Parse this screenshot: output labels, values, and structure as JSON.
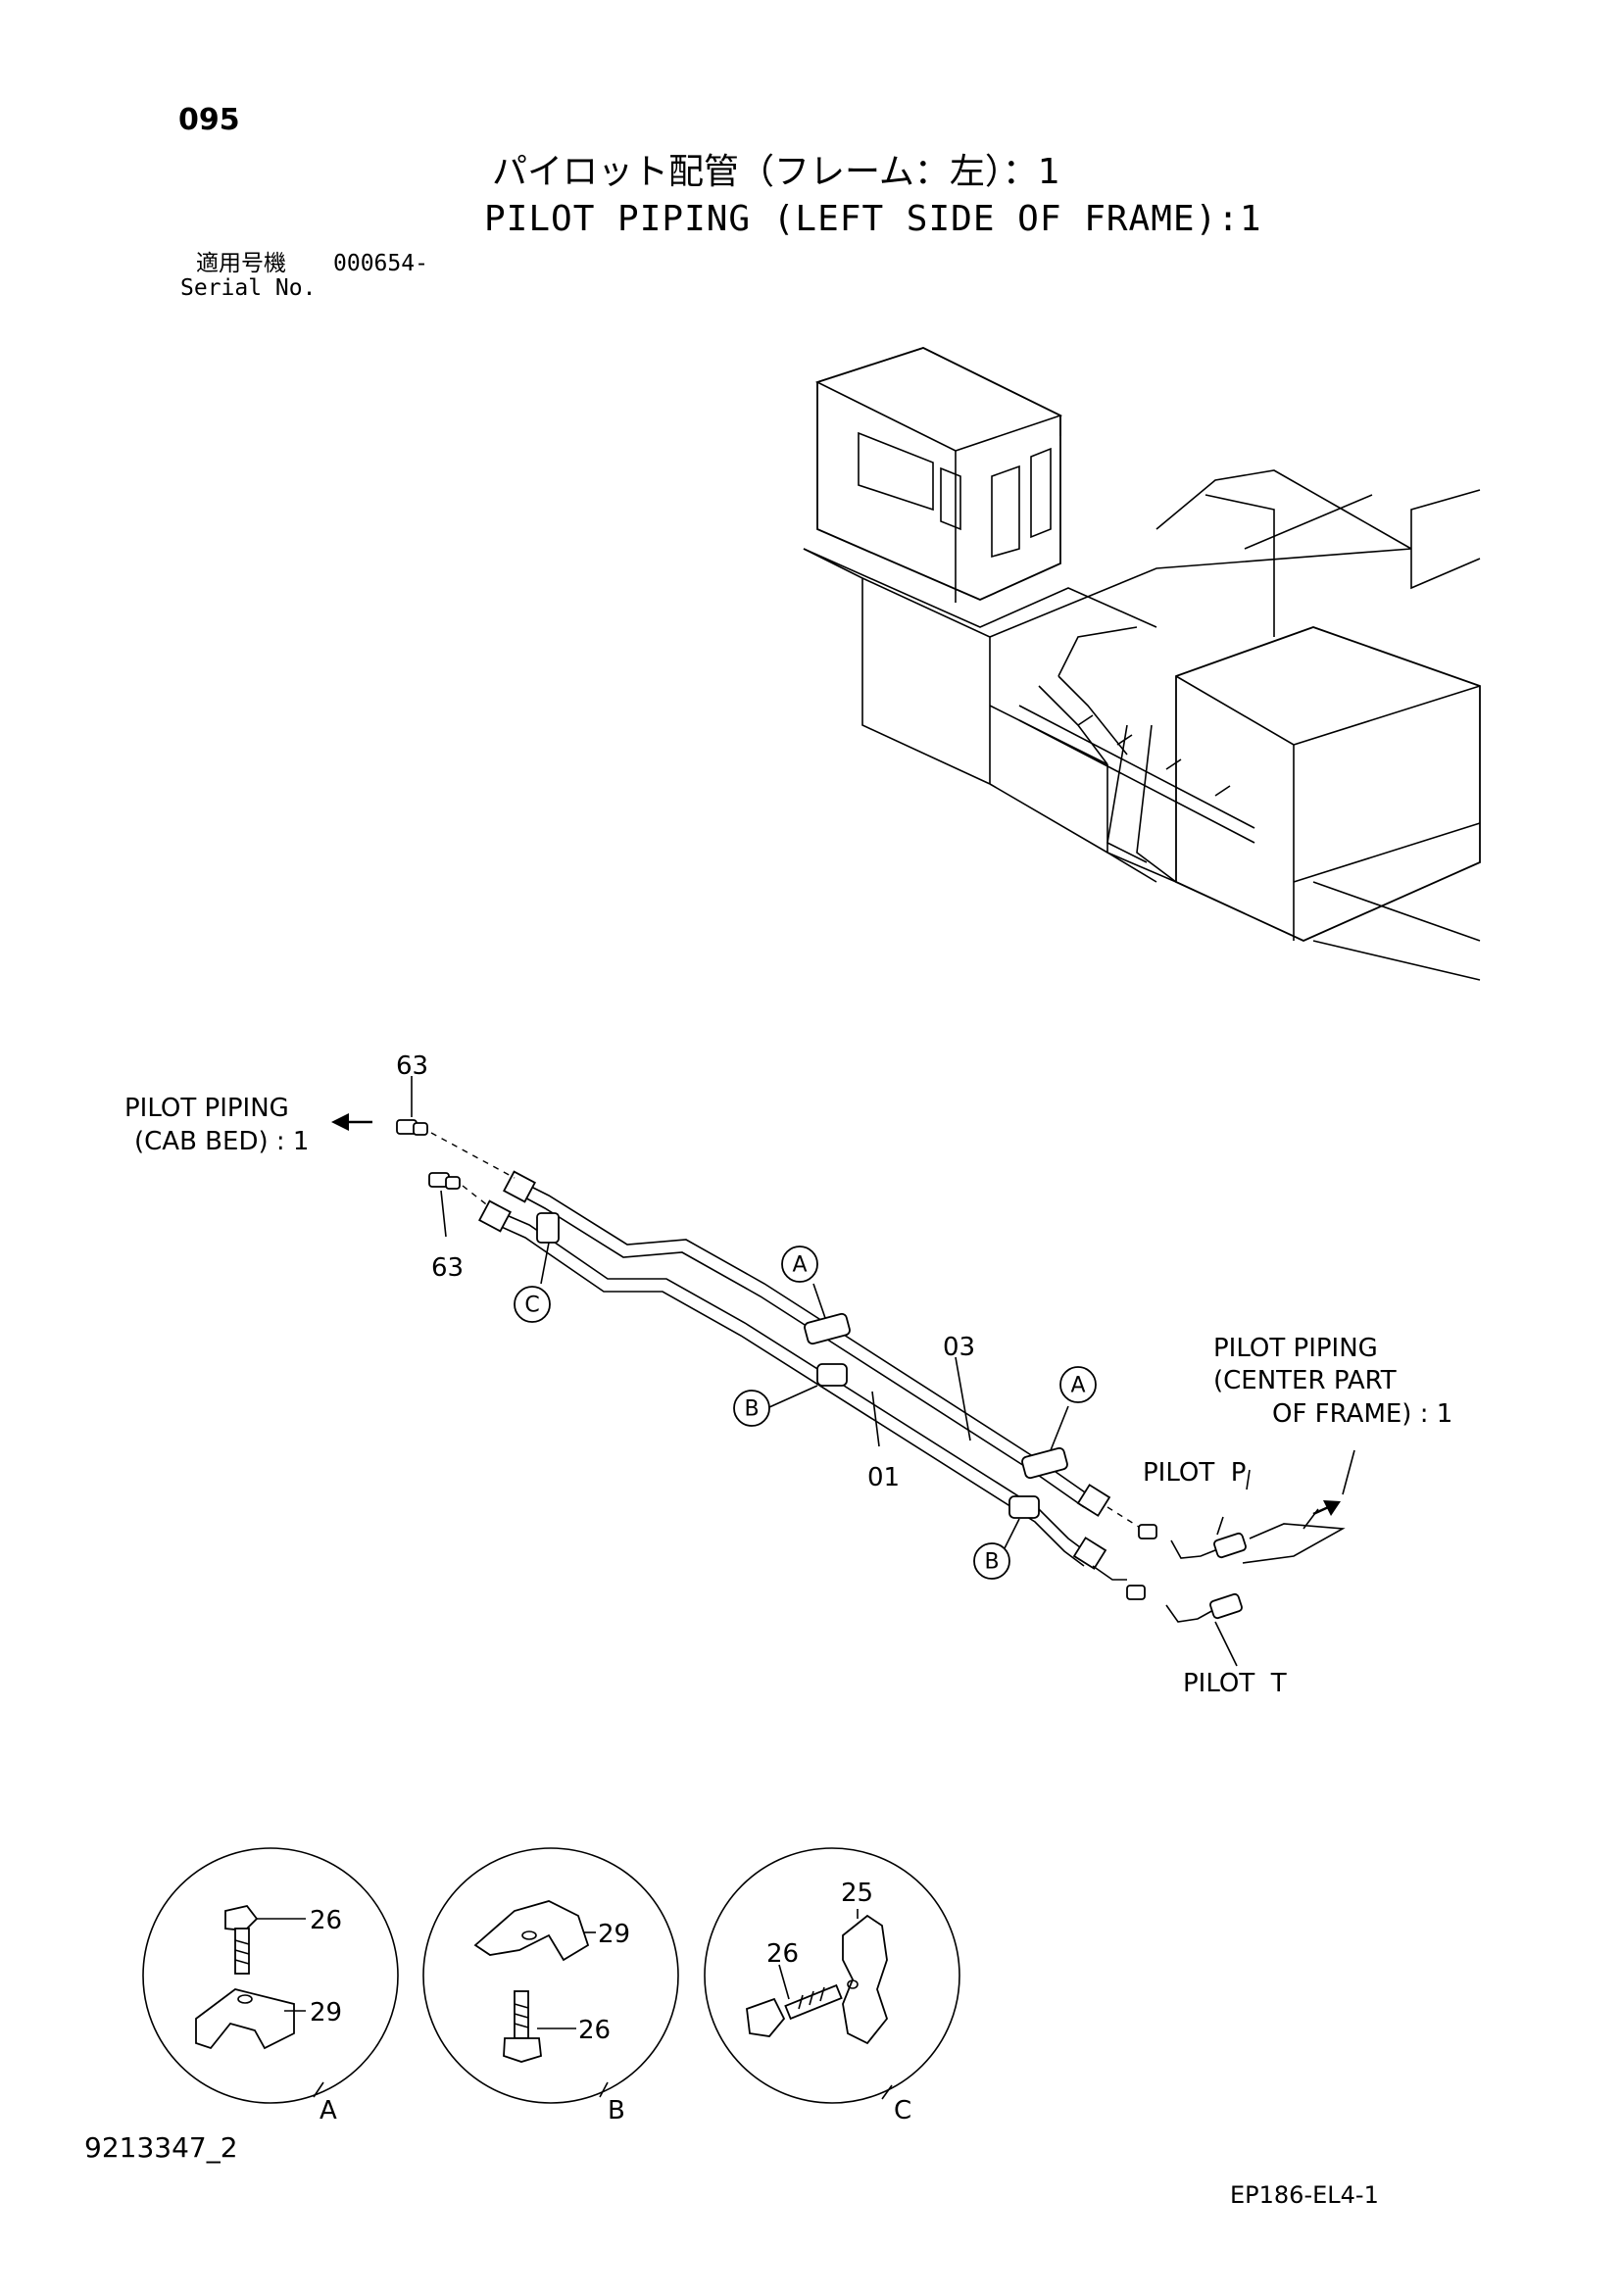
{
  "page": {
    "page_number": "095",
    "title_jp": "パイロット配管（フレーム：左）：1",
    "title_en": "PILOT PIPING (LEFT SIDE OF FRAME):1",
    "serial_jp": "適用号機",
    "serial_value": "000654-",
    "serial_en": "Serial No.",
    "drawing_id": "9213347_2",
    "ref_code": "EP186-EL4-1"
  },
  "callouts": {
    "left_ref_line1": "PILOT PIPING",
    "left_ref_line2": "(CAB BED) : 1",
    "right_ref_line1": "PILOT PIPING",
    "right_ref_line2": "(CENTER PART",
    "right_ref_line3": "OF FRAME) : 1",
    "pilot_p": "PILOT  P",
    "pilot_t": "PILOT  T"
  },
  "part_numbers": {
    "upper_fitting": "63",
    "lower_fitting": "63",
    "upper_pipe": "03",
    "lower_pipe": "01"
  },
  "clamp_markers": [
    "A",
    "A",
    "B",
    "B",
    "C"
  ],
  "details": [
    {
      "letter": "A",
      "bolt": "26",
      "clamp": "29"
    },
    {
      "letter": "B",
      "clamp": "29",
      "bolt": "26"
    },
    {
      "letter": "C",
      "clamp": "25",
      "bolt": "26"
    }
  ]
}
